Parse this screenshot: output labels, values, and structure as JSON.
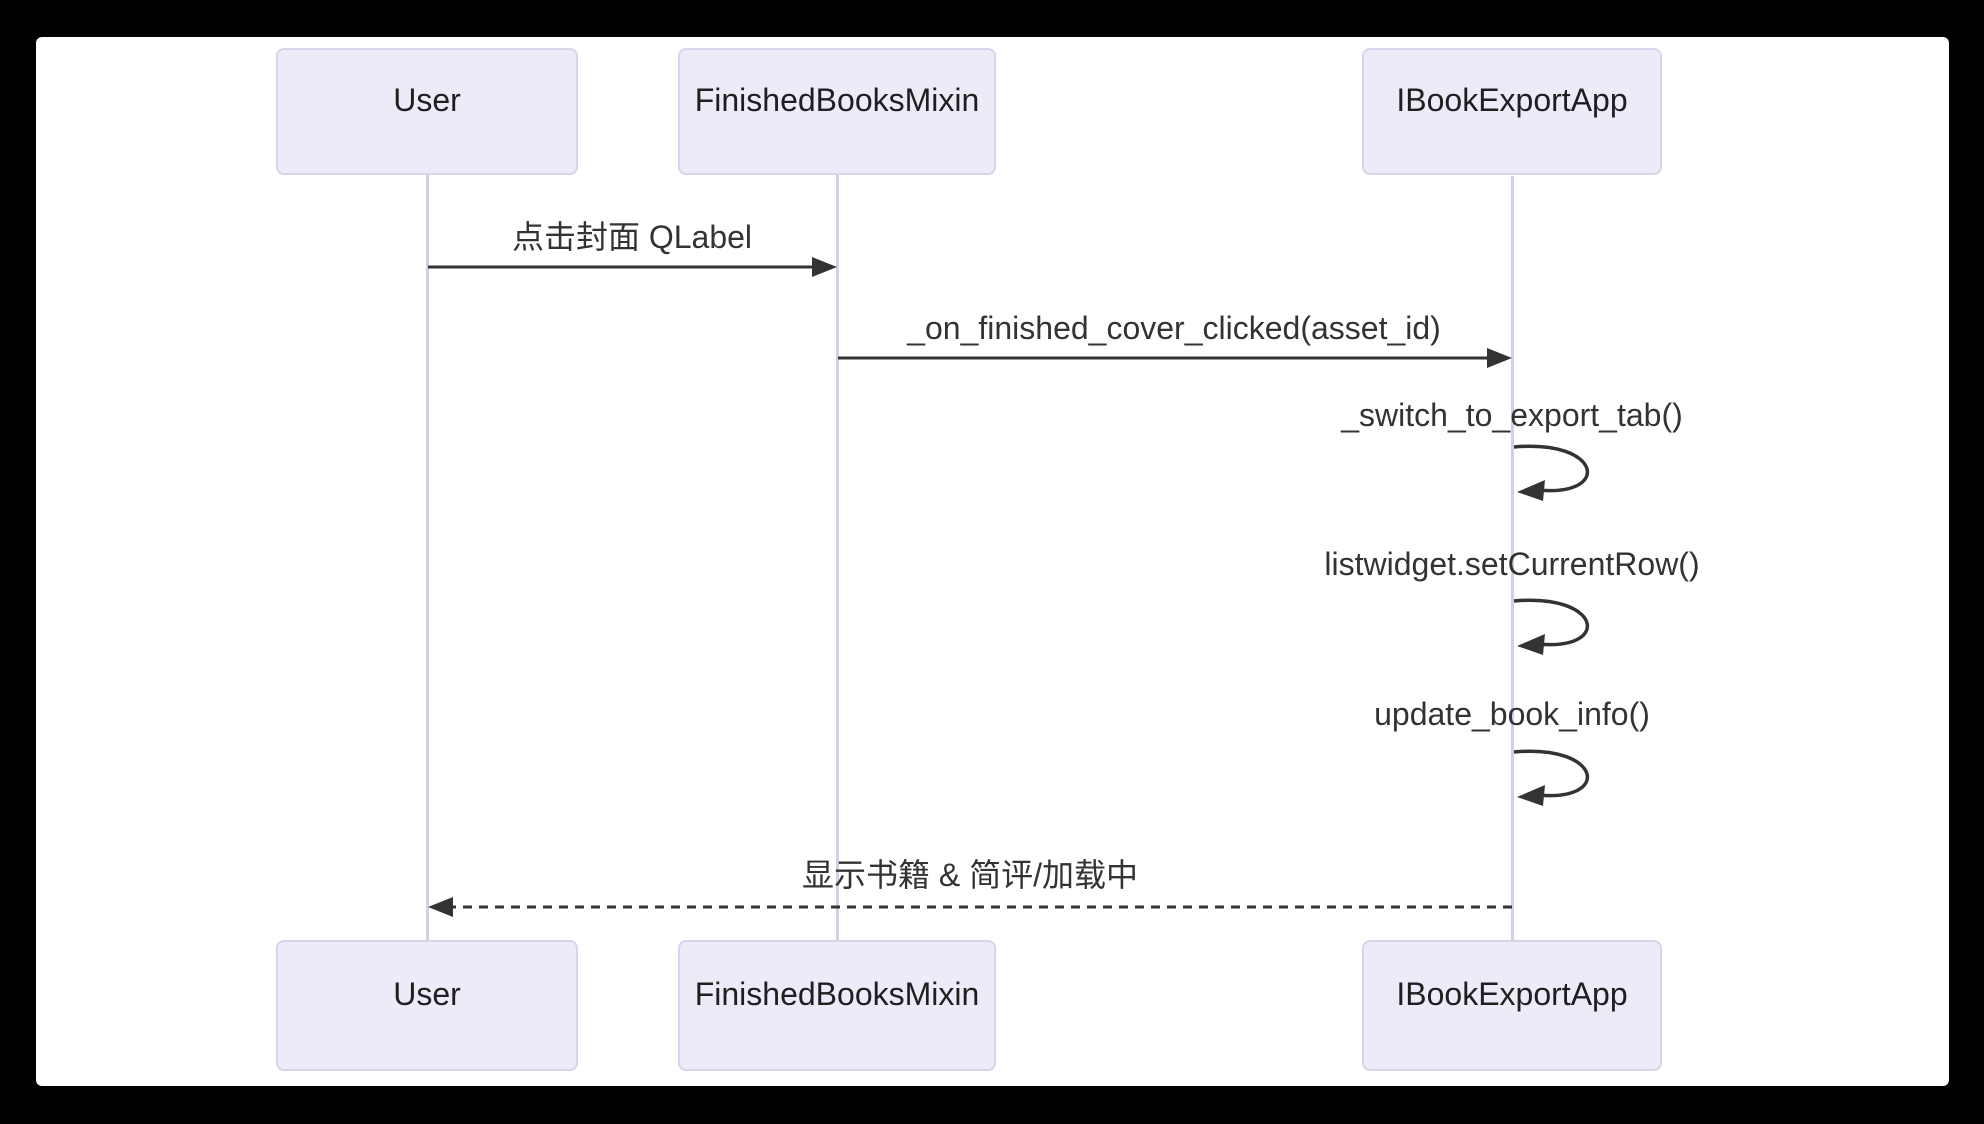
{
  "diagram": {
    "type": "sequence-diagram",
    "actors": [
      {
        "name": "User"
      },
      {
        "name": "FinishedBooksMixin"
      },
      {
        "name": "IBookExportApp"
      }
    ],
    "messages": [
      {
        "from": "User",
        "to": "FinishedBooksMixin",
        "label": "点击封面 QLabel",
        "style": "solid-arrow"
      },
      {
        "from": "FinishedBooksMixin",
        "to": "IBookExportApp",
        "label": "_on_finished_cover_clicked(asset_id)",
        "style": "solid-arrow"
      },
      {
        "from": "IBookExportApp",
        "to": "IBookExportApp",
        "label": "_switch_to_export_tab()",
        "style": "self-loop"
      },
      {
        "from": "IBookExportApp",
        "to": "IBookExportApp",
        "label": "listwidget.setCurrentRow()",
        "style": "self-loop"
      },
      {
        "from": "IBookExportApp",
        "to": "IBookExportApp",
        "label": "update_book_info()",
        "style": "self-loop"
      },
      {
        "from": "IBookExportApp",
        "to": "User",
        "label": "显示书籍 & 简评/加载中",
        "style": "dashed-arrow"
      }
    ],
    "colors": {
      "frame": "#000000",
      "canvas": "#ffffff",
      "actor_fill": "#ECECF9",
      "actor_border": "#D9D3EC",
      "lifeline": "#D6CDE8",
      "arrow": "#333333",
      "actor_text": "#1f1f1f",
      "message_text": "#333333"
    }
  }
}
